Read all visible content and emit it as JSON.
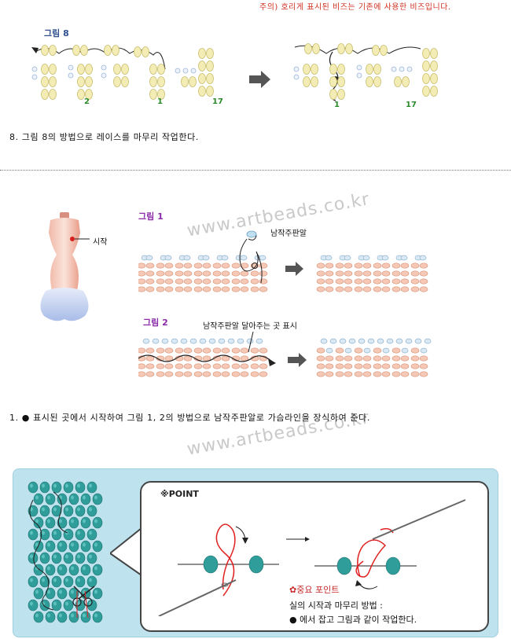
{
  "top_note": "주의) 호리게 표시된 비즈는 기존에 사용한 비즈입니다.",
  "fig8": {
    "label": "그림 8",
    "left_numbers": [
      "2",
      "1",
      "17"
    ],
    "right_numbers": [
      "1",
      "17"
    ]
  },
  "step8": "8. 그림 8의 방법으로 레이스를 마무리 작업한다.",
  "section2": {
    "start_label": "시작",
    "fig1_label": "그림 1",
    "fig1_callout": "남작주판알",
    "fig2_label": "그림 2",
    "fig2_callout": "남작주판알 달아주는 곳 표시",
    "step1": "1. ● 표시된 곳에서 시작하여 그림 1, 2의 방법으로 남작주판알로 가슴라인을 장식하여 준다."
  },
  "watermark": "www.artbeads.co.kr",
  "point": {
    "title": "※POINT",
    "important_title": "중요 포인트",
    "line1": "실의 시작과 마무리 방법 :",
    "line2": "● 에서 잡고 그림과 같이 작업한다."
  },
  "colors": {
    "note_red": "#d03020",
    "fig8_label": "#2f4f8f",
    "fig_label_purple": "#8a2aa8",
    "teal_bead": "#2f9d9a",
    "point_bg": "#bfe3ee",
    "thread_red": "#e02020"
  }
}
